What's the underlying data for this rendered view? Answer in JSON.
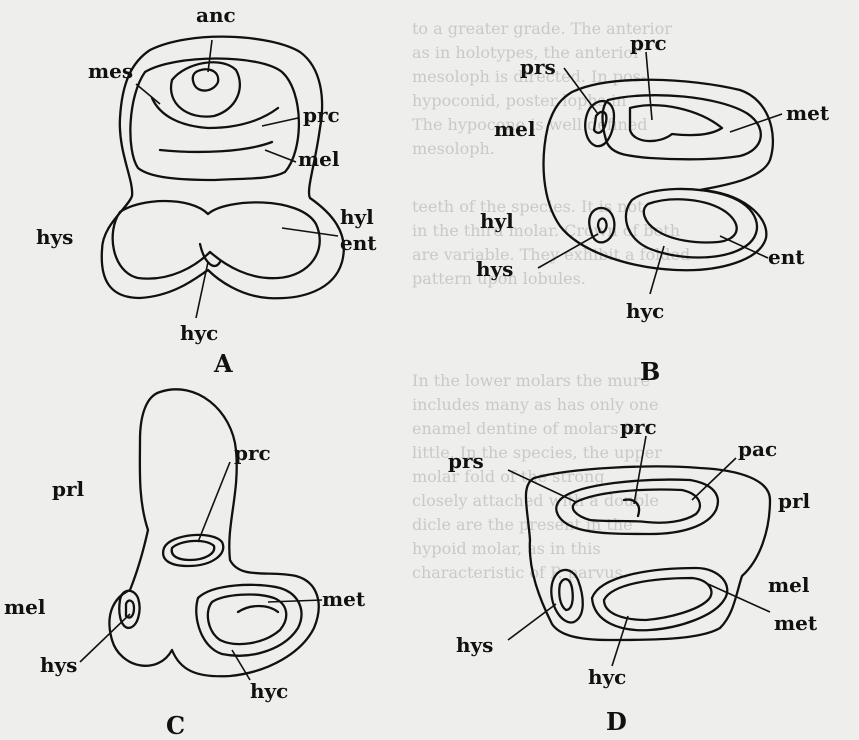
{
  "figures": {
    "A": {
      "panel_label": "A",
      "labels": {
        "anc": "anc",
        "mes": "mes",
        "prc": "prc",
        "mel": "mel",
        "hys": "hys",
        "hyl": "hyl",
        "ent": "ent",
        "hyc": "hyc"
      }
    },
    "B": {
      "panel_label": "B",
      "labels": {
        "prs": "prs",
        "prc": "prc",
        "mel": "mel",
        "met": "met",
        "hyl": "hyl",
        "hys": "hys",
        "ent": "ent",
        "hyc": "hyc"
      }
    },
    "C": {
      "panel_label": "C",
      "labels": {
        "prl": "prl",
        "prc": "prc",
        "mel": "mel",
        "met": "met",
        "hys": "hys",
        "hyc": "hyc"
      }
    },
    "D": {
      "panel_label": "D",
      "labels": {
        "prc": "prc",
        "pac": "pac",
        "prs": "prs",
        "prl": "prl",
        "mel": "mel",
        "met": "met",
        "hys": "hys",
        "hyc": "hyc"
      }
    }
  },
  "background_text": [
    "to a greater grade. The anterior",
    "as in holotypes, the anterior",
    "mesoloph is directed. In pos-",
    "hypoconid, poster lophs in",
    "The hypocone is well defined",
    "mesoloph.",
    "teeth of the species. It is not",
    "in the third molar. Crown of both",
    "are variable. They exhibit a folded",
    "pattern upon lobules.",
    "In the lower molars the mure",
    "includes many as has only one",
    "enamel dentine of molars is",
    "little. In the species, the upper",
    "molar fold of the strong",
    "closely attached with a double",
    "dicle are the present in the",
    "hypoid molar, as in this",
    "characteristic of P. parvus."
  ]
}
